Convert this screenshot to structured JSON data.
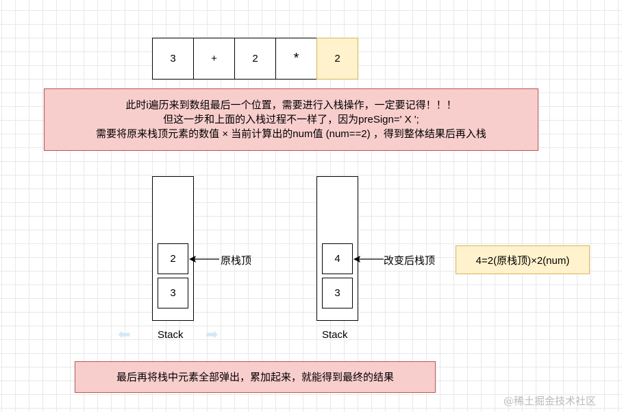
{
  "array": [
    "3",
    "+",
    "2",
    "*",
    "2"
  ],
  "note_top": {
    "lines": [
      "此时i遍历来到数组最后一个位置，需要进行入栈操作，一定要记得！！！",
      "但这一步和上面的入栈过程不一样了，因为preSign=' X ';",
      "需要将原来栈顶元素的数值 × 当前计算出的num值 (num==2) ，得到整体结果后再入栈"
    ]
  },
  "stack_left": {
    "items": [
      "2",
      "3"
    ],
    "pointer_label": "原栈顶",
    "caption": "Stack"
  },
  "stack_right": {
    "items": [
      "4",
      "3"
    ],
    "pointer_label": "改变后栈顶",
    "caption": "Stack"
  },
  "formula": "4=2(原栈顶)×2(num)",
  "note_bottom": "最后再将栈中元素全部弹出，累加起来，就能得到最终的结果",
  "watermark": "@稀土掘金技术社区"
}
